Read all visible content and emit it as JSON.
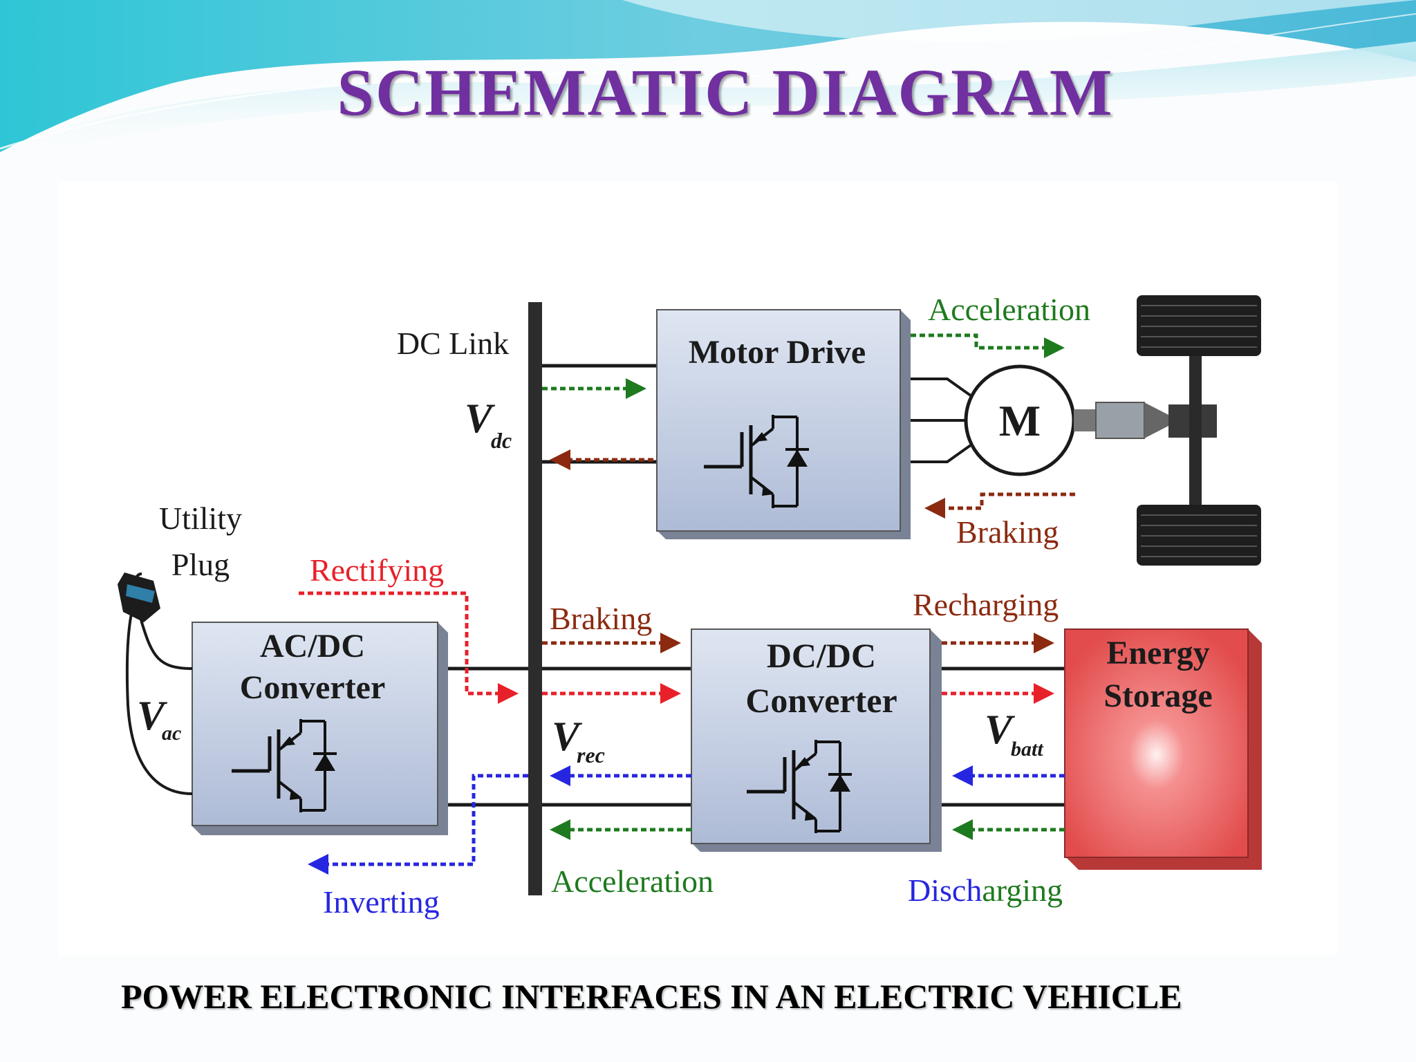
{
  "slide": {
    "title": "SCHEMATIC  DIAGRAM",
    "caption": "POWER ELECTRONIC INTERFACES IN AN ELECTRIC VEHICLE"
  },
  "diagram": {
    "bus_label": "DC Link",
    "utility_plug": {
      "line1": "Utility",
      "line2": "Plug"
    },
    "blocks": {
      "motor_drive": "Motor Drive",
      "acdc": {
        "line1": "AC/DC",
        "line2": "Converter"
      },
      "dcdc": {
        "line1": "DC/DC",
        "line2": "Converter"
      },
      "energy_storage": {
        "line1": "Energy",
        "line2": "Storage"
      },
      "motor": "M"
    },
    "voltages": {
      "vdc": {
        "main": "V",
        "sub": "dc"
      },
      "vac": {
        "main": "V",
        "sub": "ac"
      },
      "vrec": {
        "main": "V",
        "sub": "rec"
      },
      "vbatt": {
        "main": "V",
        "sub": "batt"
      }
    },
    "flows": {
      "acceleration_top": "Acceleration",
      "braking_top": "Braking",
      "rectifying": "Rectifying",
      "braking_mid": "Braking",
      "recharging": "Recharging",
      "inverting": "Inverting",
      "acceleration_bottom": "Acceleration",
      "discharging_blue": "Disch",
      "discharging_green": "arging"
    },
    "colors": {
      "acceleration": "#1e7a1e",
      "braking": "#8b2a10",
      "rectifying": "#e8202a",
      "inverting": "#2626e0",
      "block_fill": "#c9d3e6",
      "storage_fill": "#e85858",
      "title": "#7030a0"
    }
  }
}
